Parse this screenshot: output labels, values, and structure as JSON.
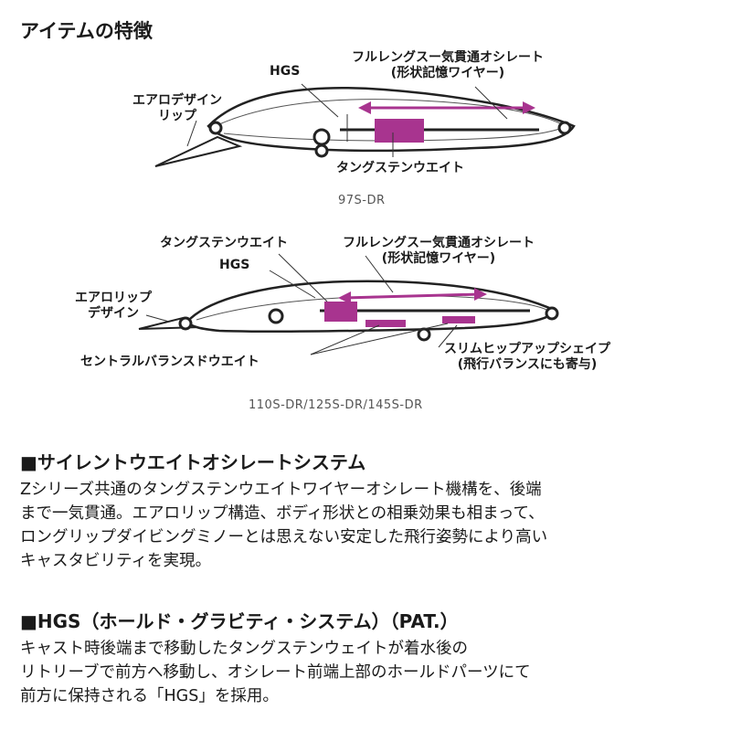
{
  "page_title": "アイテムの特徴",
  "diagram_97": {
    "model": "97S-DR",
    "labels": {
      "hgs": "HGS",
      "lip_line1": "エアロデザイン",
      "lip_line2": "リップ",
      "wire_line1": "フルレングスー気貫通オシレート",
      "wire_line2": "(形状記憶ワイヤー)",
      "weight": "タングステンウエイト"
    }
  },
  "diagram_110": {
    "model": "110S-DR/125S-DR/145S-DR",
    "labels": {
      "weight_top": "タングステンウエイト",
      "hgs": "HGS",
      "lip_line1": "エアロリップ",
      "lip_line2": "デザイン",
      "wire_line1": "フルレングスー気貫通オシレート",
      "wire_line2": "(形状記憶ワイヤー)",
      "center_weight": "セントラルバランスドウエイト",
      "shape_line1": "スリムヒップアップシェイプ",
      "shape_line2": "(飛行バランスにも寄与)"
    }
  },
  "section1": {
    "heading": "■サイレントウエイトオシレートシステム",
    "lines": [
      "Zシリーズ共通のタングステンウエイトワイヤーオシレート機構を、後端",
      "まで一気貫通。エアロリップ構造、ボディ形状との相乗効果も相まって、",
      "ロングリップダイビングミノーとは思えない安定した飛行姿勢により高い",
      "キャスタビリティを実現。"
    ]
  },
  "section2": {
    "heading": "■HGS（ホールド・グラビティ・システム）（PAT.）",
    "lines": [
      "キャスト時後端まで移動したタングステンウェイトが着水後の",
      "リトリーブで前方へ移動し、オシレート前端上部のホールドパーツにて",
      "前方に保持される「HGS」を採用。"
    ]
  },
  "colors": {
    "accent": "#a8348f",
    "text": "#1a1a1a"
  }
}
